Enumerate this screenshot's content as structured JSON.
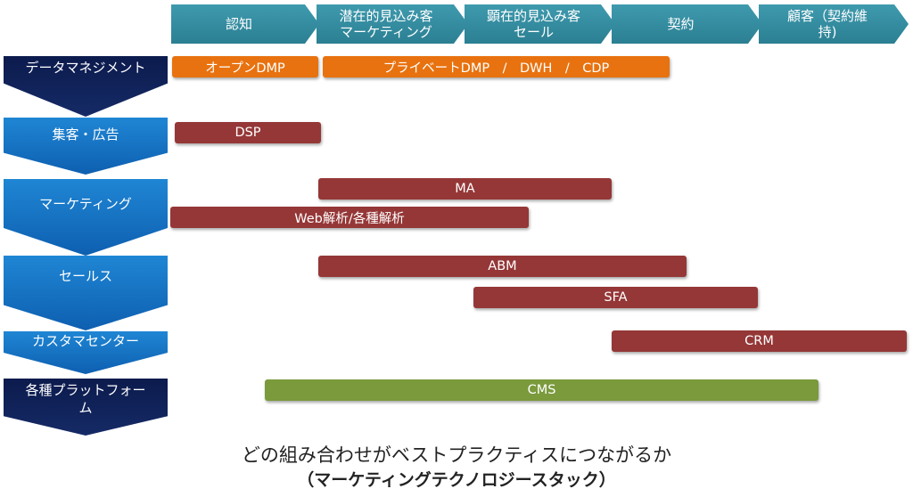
{
  "stages": [
    "認知",
    "潜在的見込み客\nマーケティング",
    "顕在的見込み客\nセール",
    "契約",
    "顧客（契約維\n持)"
  ],
  "rows": [
    "データマネジメント",
    "集客・広告",
    "マーケティング",
    "セールス",
    "カスタマセンター",
    "各種プラットフォーム"
  ],
  "bars": {
    "open_dmp": "オープンDMP",
    "private_dmp": "プライベートDMP　/　DWH　/　CDP",
    "dsp": "DSP",
    "ma": "MA",
    "web_analysis": "Web解析/各種解析",
    "abm": "ABM",
    "sfa": "SFA",
    "crm": "CRM",
    "cms": "CMS"
  },
  "footer": {
    "line1": "どの組み合わせがベストプラクティスにつながるか",
    "line2": "（マーケティングテクノロジースタック）"
  },
  "colors": {
    "stage": "#2b7f92",
    "row_dark": "#0c1b4d",
    "row_blue": "#0e5fb0",
    "bar_orange": "#e8720f",
    "bar_red": "#953737",
    "bar_green": "#7a9a3c"
  }
}
